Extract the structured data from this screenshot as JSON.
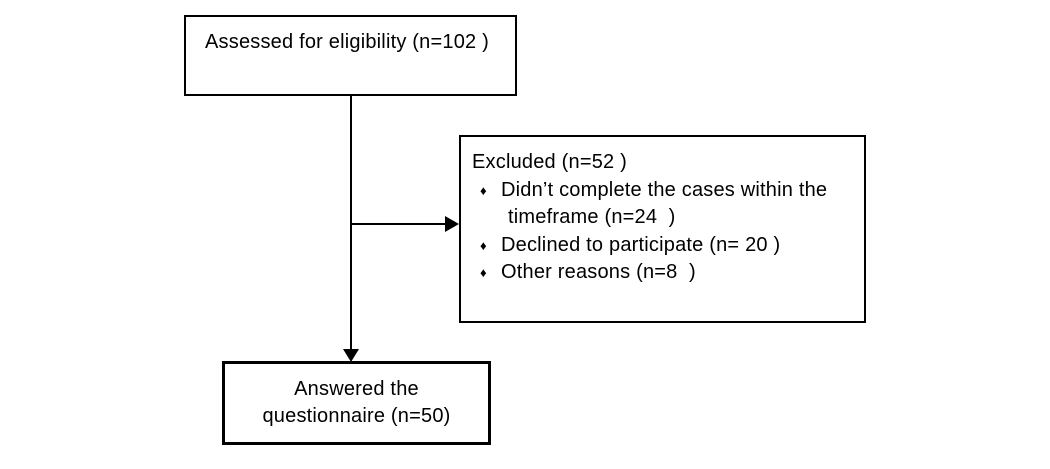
{
  "colors": {
    "background": "#ffffff",
    "line": "#000000",
    "text": "#000000"
  },
  "eligibility_box": {
    "text": "Assessed for eligibility (n=102 )"
  },
  "excluded_box": {
    "title": "Excluded (n=52 )",
    "bullet_char": "♦",
    "items": [
      {
        "lines": [
          "Didn’t complete the cases within the",
          "timeframe (n=24  )"
        ]
      },
      {
        "lines": [
          "Declined to participate (n= 20 )"
        ]
      },
      {
        "lines": [
          "Other reasons (n=8  )"
        ]
      }
    ]
  },
  "answered_box": {
    "lines": [
      "Answered the",
      "questionnaire (n=50)"
    ]
  }
}
